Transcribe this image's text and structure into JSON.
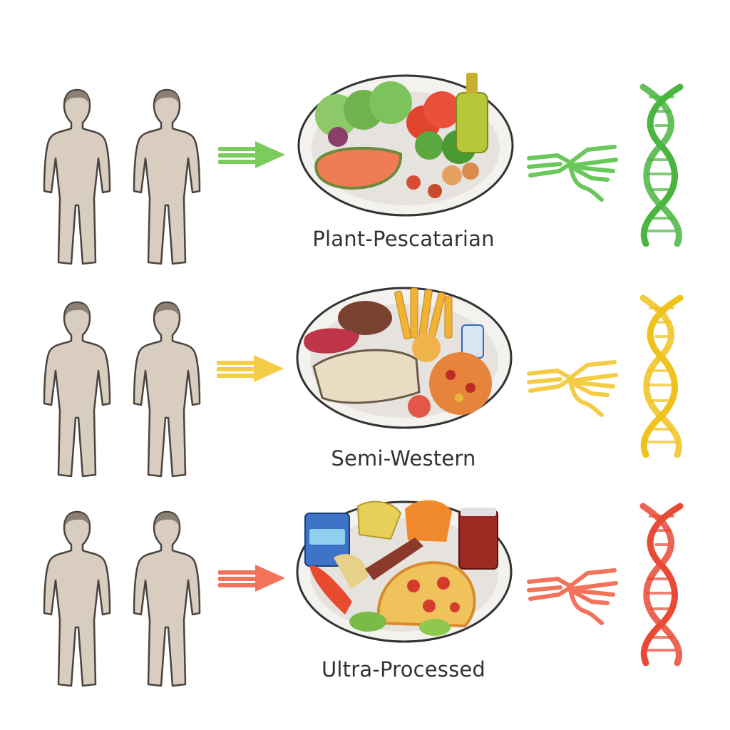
{
  "rows": [
    {
      "label": "Plant-Pescatarian",
      "color": "#5dbb4b",
      "plate_kind": "plant-pescatarian"
    },
    {
      "label": "Semi-Western",
      "color": "#f0c62e",
      "plate_kind": "semi-western"
    },
    {
      "label": "Ultra-Processed",
      "color": "#f0584a",
      "plate_kind": "ultra-processed"
    }
  ],
  "icons": {
    "person": "person-silhouette-icon",
    "arrow": "arrow-right-icon",
    "dna": "dna-helix-icon",
    "squiggle": "gut-microbe-icon"
  }
}
